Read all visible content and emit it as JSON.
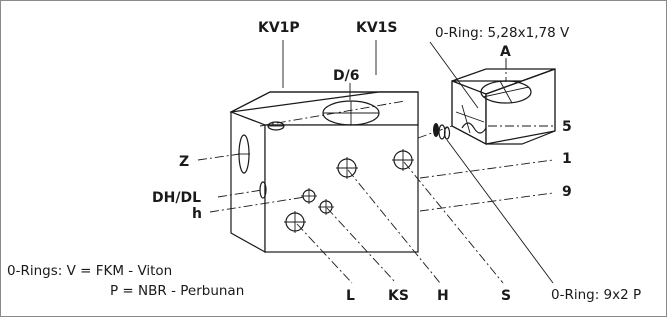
{
  "labels": {
    "kv1p": "KV1P",
    "kv1s": "KV1S",
    "oring_top": "0-Ring: 5,28x1,78 V",
    "a": "A",
    "d6": "D/6",
    "n5": "5",
    "n1": "1",
    "n9": "9",
    "z": "Z",
    "dhdl": "DH/DL",
    "h_small": "h",
    "oring_note_1": "0-Rings: V = FKM - Viton",
    "oring_note_2": "P = NBR - Perbunan",
    "l": "L",
    "ks": "KS",
    "h_big": "H",
    "s": "S",
    "oring_bottom": "0-Ring: 9x2 P"
  }
}
